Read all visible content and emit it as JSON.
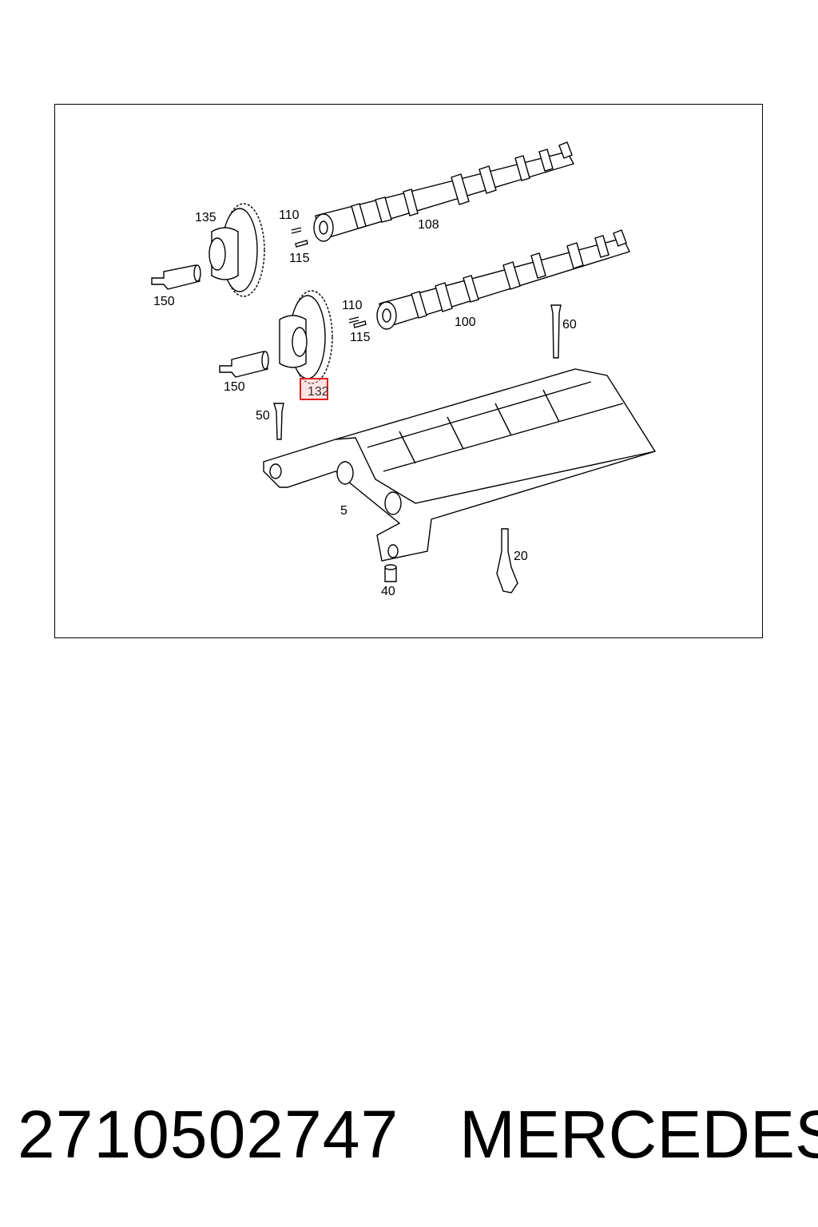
{
  "diagram": {
    "callouts": {
      "c135": "135",
      "c110a": "110",
      "c115a": "115",
      "c108": "108",
      "c150a": "150",
      "c110b": "110",
      "c115b": "115",
      "c100": "100",
      "c60": "60",
      "c150b": "150",
      "c132": "132",
      "c50": "50",
      "c5": "5",
      "c20": "20",
      "c40": "40"
    },
    "highlighted": "132",
    "highlight_color": "#e02020"
  },
  "footer": {
    "part_number": "2710502747",
    "brand": "MERCEDES"
  }
}
